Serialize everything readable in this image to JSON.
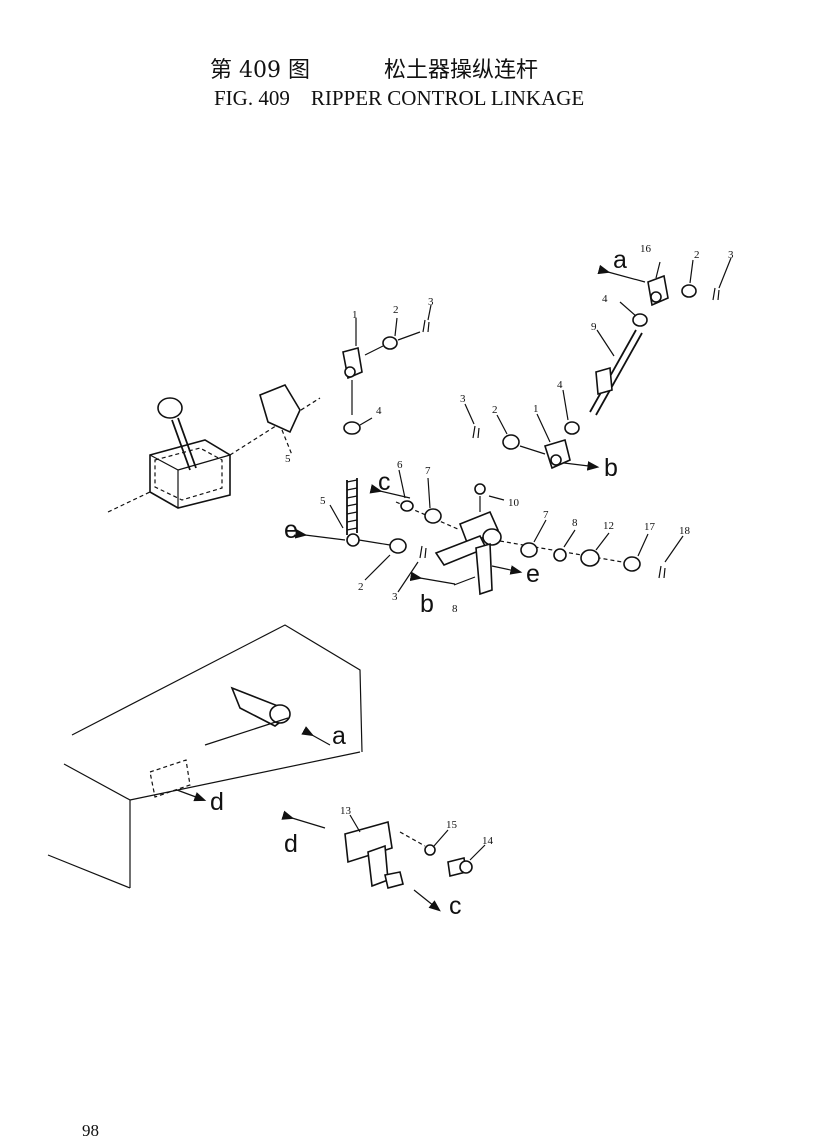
{
  "header": {
    "title_cn_number": "第 409 图",
    "title_cn_name": "松土器操纵连杆",
    "title_en": "FIG. 409    RIPPER CONTROL LINKAGE"
  },
  "footer": {
    "page_number": "98"
  },
  "parts": {
    "p1_a": "1",
    "p2_a": "2",
    "p3_a": "3",
    "p4_a": "4",
    "p16": "16",
    "p2_b": "2",
    "p3_b": "3",
    "p4_b": "4",
    "p9": "9",
    "p3_c": "3",
    "p2_c": "2",
    "p1_c": "1",
    "p4_c": "4",
    "p6_a": "6",
    "p7_a": "7",
    "p10": "10",
    "p5": "5",
    "p7_b": "7",
    "p8_a": "8",
    "p12": "12",
    "p17": "17",
    "p18": "18",
    "p2_d": "2",
    "p3_d": "3",
    "p8_b": "8",
    "p13": "13",
    "p15": "15",
    "p14": "14"
  },
  "arrows": {
    "a_top": "a",
    "b_right": "b",
    "c_upper": "c",
    "e_left": "e",
    "e_right": "e",
    "b_lower": "b",
    "a_lower": "a",
    "d_left": "d",
    "d_lower": "d",
    "c_lower": "c"
  }
}
